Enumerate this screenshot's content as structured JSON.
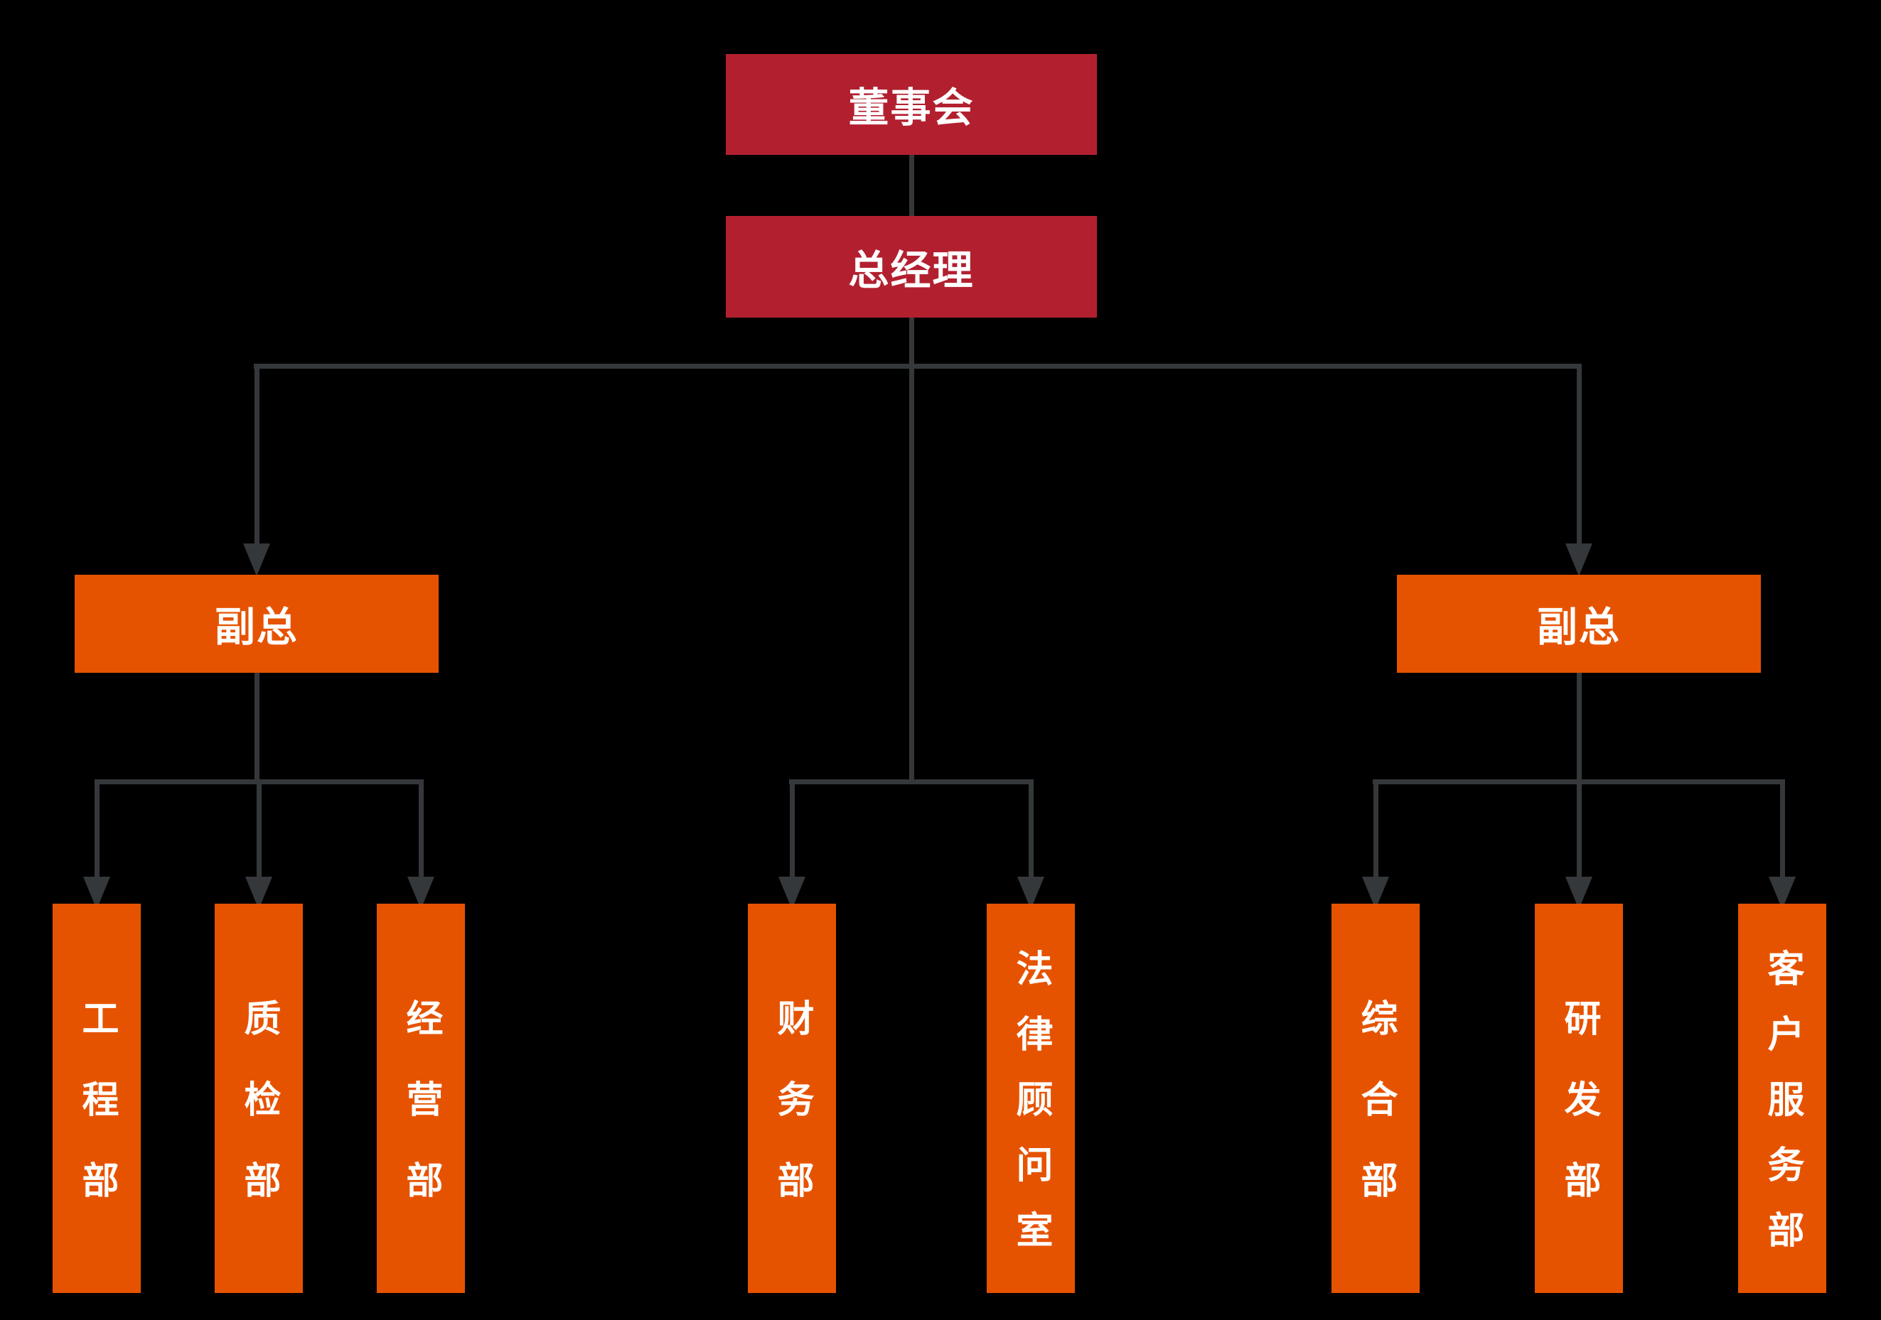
{
  "org": {
    "board": {
      "label": "董事会"
    },
    "gm": {
      "label": "总经理"
    },
    "vp_left": {
      "label": "副总"
    },
    "vp_right": {
      "label": "副总"
    },
    "left_depts": [
      {
        "label": "工程部"
      },
      {
        "label": "质检部"
      },
      {
        "label": "经营部"
      }
    ],
    "mid_depts": [
      {
        "label": "财务部"
      },
      {
        "label": "法律顾问室"
      }
    ],
    "right_depts": [
      {
        "label": "综合部"
      },
      {
        "label": "研发部"
      },
      {
        "label": "客户服务部"
      }
    ]
  },
  "colors": {
    "background": "#000000",
    "header_box_red": "#b22030",
    "dept_box_orange": "#e65300",
    "connector_gray": "#35383b",
    "text_white": "#ffffff"
  }
}
